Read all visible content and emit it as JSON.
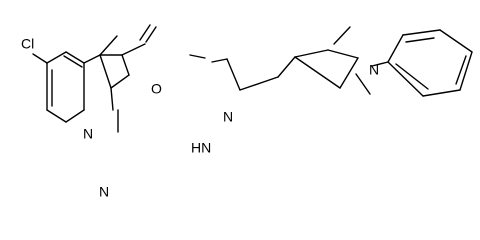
{
  "diagram": {
    "atom_labels": {
      "cl": "Cl",
      "n_bridge": "N",
      "n_ring": "N",
      "o_carbonyl": "O",
      "nh": "HN",
      "n_imine": "N",
      "n_pyrrole": "N"
    }
  }
}
